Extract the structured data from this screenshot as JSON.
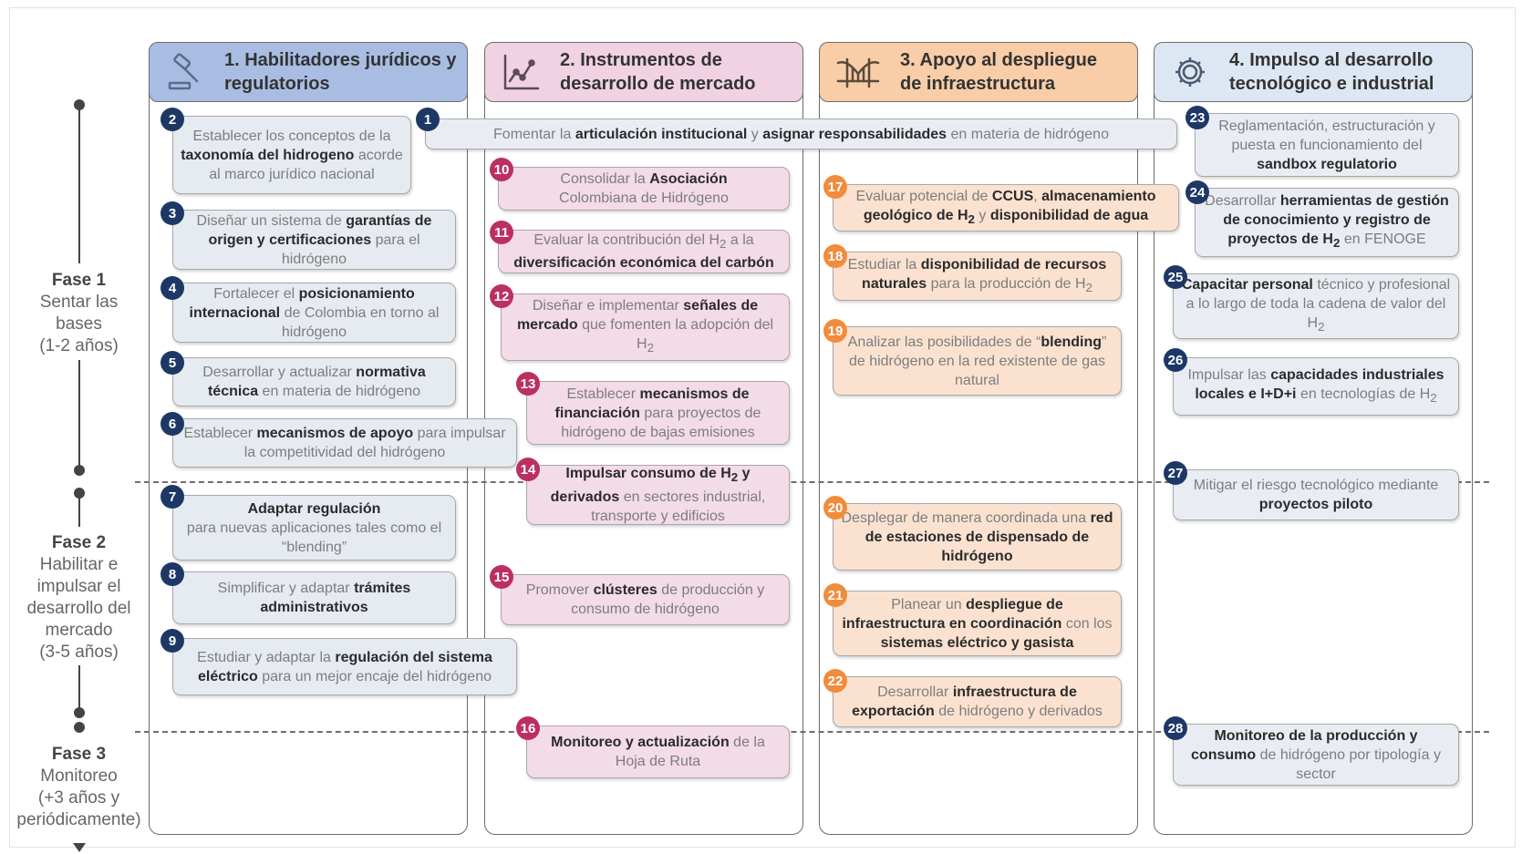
{
  "columns": [
    {
      "title": "1. Habilitadores jurídicos y\nregulatorios",
      "icon": "gavel-icon",
      "color": "#a9bde3"
    },
    {
      "title": "2. Instrumentos de\ndesarrollo de mercado",
      "icon": "chart-icon",
      "color": "#f0d2e2"
    },
    {
      "title": "3. Apoyo al despliegue\nde infraestructura",
      "icon": "bridge-icon",
      "color": "#f8cda7"
    },
    {
      "title": "4. Impulso al desarrollo\ntecnológico e industrial",
      "icon": "gear-icon",
      "color": "#dde7f3"
    }
  ],
  "phases": [
    {
      "name": "Fase 1",
      "desc": "Sentar las\nbases\n(1-2 años)"
    },
    {
      "name": "Fase 2",
      "desc": "Habilitar e\nimpulsar el\ndesarrollo del\nmercado\n(3-5 años)"
    },
    {
      "name": "Fase 3",
      "desc": "Monitoreo\n(+3 años y\nperiódicamente)"
    }
  ],
  "items": [
    {
      "n": "1",
      "html": "Fomentar la <b>articulación institucional</b> y <b>asignar responsabilidades</b> en materia de hidrógeno"
    },
    {
      "n": "2",
      "html": "Establecer los conceptos de la <b>taxonomía del hidrogeno</b> acorde al marco jurídico nacional"
    },
    {
      "n": "3",
      "html": "Diseñar un sistema de <b>garantías de origen y certificaciones</b> para el hidrógeno"
    },
    {
      "n": "4",
      "html": "Fortalecer el <b>posicionamiento internacional</b> de Colombia en torno al hidrógeno"
    },
    {
      "n": "5",
      "html": "Desarrollar y actualizar <b>normativa técnica</b> en materia de hidrógeno"
    },
    {
      "n": "6",
      "html": "Establecer <b>mecanismos de apoyo</b> para impulsar la competitividad del hidrógeno"
    },
    {
      "n": "7",
      "html": "<b>Adaptar regulación</b><br>para nuevas aplicaciones tales como el “blending”"
    },
    {
      "n": "8",
      "html": "Simplificar y adaptar <b>trámites administrativos</b>"
    },
    {
      "n": "9",
      "html": "Estudiar y adaptar la <b>regulación del sistema eléctrico</b> para un mejor encaje del hidrógeno"
    },
    {
      "n": "10",
      "html": "Consolidar la <b>Asociación</b><br>Colombiana de Hidrógeno"
    },
    {
      "n": "11",
      "html": "Evaluar la contribución del H<sub>2</sub> a la <b>diversificación económica del carbón</b>"
    },
    {
      "n": "12",
      "html": "Diseñar e implementar <b>señales de mercado</b> que fomenten la adopción del H<sub>2</sub>"
    },
    {
      "n": "13",
      "html": "Establecer <b>mecanismos de financiación</b> para proyectos de hidrógeno de bajas emisiones"
    },
    {
      "n": "14",
      "html": "<b>Impulsar consumo de H<sub>2</sub> y derivados</b> en sectores industrial, transporte y edificios"
    },
    {
      "n": "15",
      "html": "Promover <b>clústeres</b> de producción y consumo de hidrógeno"
    },
    {
      "n": "16",
      "html": "<b>Monitoreo y actualización</b> de la Hoja de Ruta"
    },
    {
      "n": "17",
      "html": "Evaluar potencial de <b>CCUS</b>, <b>almacenamiento geológico de H<sub>2</sub></b> y <b>disponibilidad de agua</b>"
    },
    {
      "n": "18",
      "html": "Estudiar la <b>disponibilidad de recursos naturales</b> para la producción de H<sub>2</sub>"
    },
    {
      "n": "19",
      "html": "Analizar las posibilidades de “<b>blending</b>” de hidrógeno en la red existente de gas natural"
    },
    {
      "n": "20",
      "html": "Desplegar de manera coordinada una <b>red de estaciones de dispensado de hidrógeno</b>"
    },
    {
      "n": "21",
      "html": "Planear un <b>despliegue de infraestructura en coordinación</b> con los <b>sistemas eléctrico y gasista</b>"
    },
    {
      "n": "22",
      "html": "Desarrollar <b>infraestructura de exportación</b> de hidrógeno y derivados"
    },
    {
      "n": "23",
      "html": "Reglamentación, estructuración y puesta en funcionamiento del <b>sandbox regulatorio</b>"
    },
    {
      "n": "24",
      "html": "Desarrollar <b>herramientas de gestión de conocimiento y registro de proyectos de H<sub>2</sub></b> en FENOGE"
    },
    {
      "n": "25",
      "html": "<b>Capacitar personal</b> técnico y profesional a lo largo de toda la cadena de valor del H<sub>2</sub>"
    },
    {
      "n": "26",
      "html": "Impulsar las <b>capacidades industriales locales e I+D+i</b> en tecnologías de H<sub>2</sub>"
    },
    {
      "n": "27",
      "html": "Mitigar el riesgo tecnológico mediante <b>proyectos piloto</b>"
    },
    {
      "n": "28",
      "html": "<b>Monitoreo de la producción y consumo</b> de hidrógeno por tipología y sector"
    }
  ]
}
